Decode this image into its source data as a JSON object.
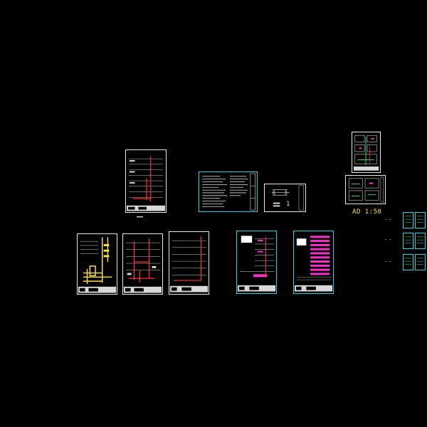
{
  "app": {
    "title": "CAD drawing viewer"
  },
  "viewport": {
    "background": "#000000"
  },
  "colors": {
    "sheet_frame": "#e8e8e8",
    "highlight": "#19d8e8",
    "pipe": "#ff3030",
    "accent": "#ffe23a",
    "magenta": "#ff2fd0",
    "green": "#27e07a"
  },
  "annotations": {
    "scale_label": "AD 1:50",
    "sheet_title_1": "1",
    "legend_1": "— —",
    "legend_2": "— —",
    "legend_3": "— —"
  }
}
